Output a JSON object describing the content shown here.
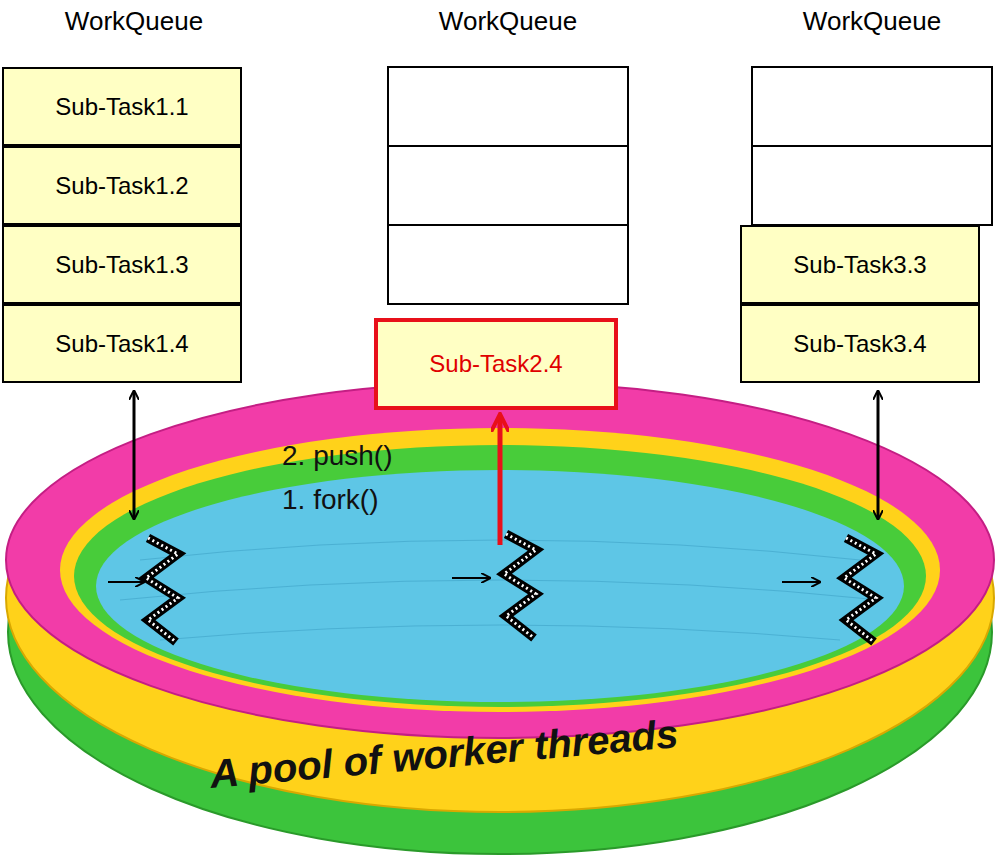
{
  "diagram": {
    "nodes": [
      {
        "text": [
          "WorkQueue"
        ]
      },
      {
        "text": [
          "Sub-Task1.1"
        ],
        "in": 0
      },
      {
        "text": [
          "Sub-Task1.2"
        ],
        "in": 0
      },
      {
        "text": [
          "Sub-Task1.3"
        ],
        "in": 0
      },
      {
        "text": [
          "Sub-Task1.4"
        ],
        "in": 0
      },
      {
        "text": [
          "WorkQueue"
        ]
      },
      {
        "text": [
          "Sub-Task2.4"
        ],
        "in": 5
      },
      {
        "text": [
          "WorkQueue"
        ]
      },
      {
        "text": [
          "Sub-Task3.3"
        ],
        "in": 7
      },
      {
        "text": [
          "Sub-Task3.4"
        ],
        "in": 7
      }
    ],
    "labels": [
      "2. push()",
      "1. fork()",
      "A pool of worker threads"
    ]
  }
}
